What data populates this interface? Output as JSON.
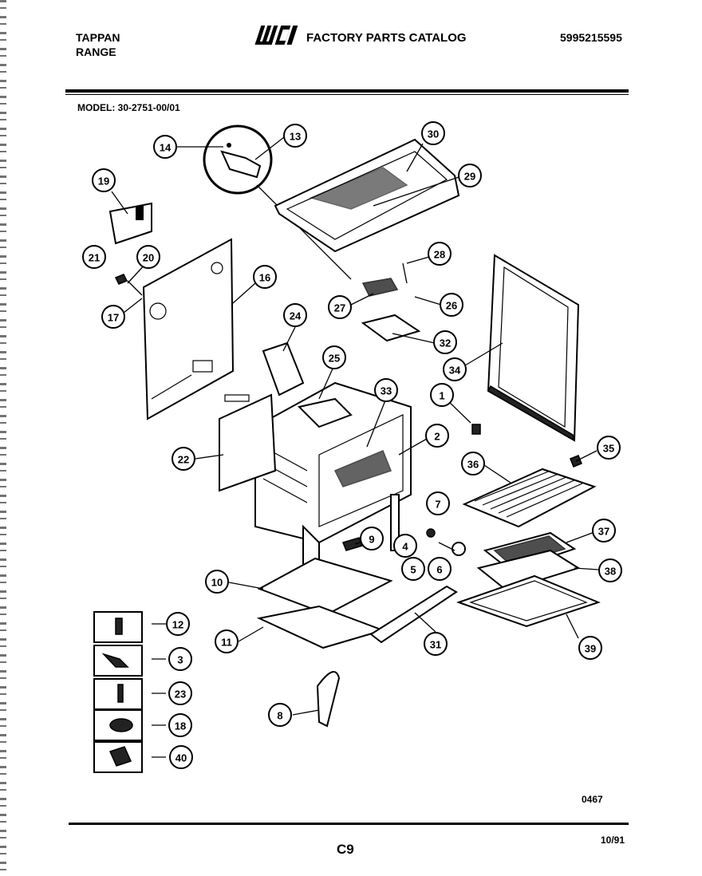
{
  "header": {
    "brand": "TAPPAN",
    "product": "RANGE",
    "logo_text": "WCI",
    "catalog_title": "FACTORY PARTS CATALOG",
    "catalog_number": "5995215595"
  },
  "model": "MODEL: 30-2751-00/01",
  "diagram": {
    "callouts": [
      "1",
      "2",
      "3",
      "4",
      "5",
      "6",
      "7",
      "8",
      "9",
      "10",
      "11",
      "12",
      "13",
      "14",
      "16",
      "17",
      "18",
      "19",
      "20",
      "21",
      "22",
      "23",
      "24",
      "25",
      "26",
      "27",
      "28",
      "29",
      "30",
      "31",
      "32",
      "33",
      "34",
      "35",
      "36",
      "37",
      "38",
      "39",
      "40"
    ]
  },
  "footer": {
    "ref_code": "0467",
    "page_label": "C9",
    "date": "10/91"
  }
}
